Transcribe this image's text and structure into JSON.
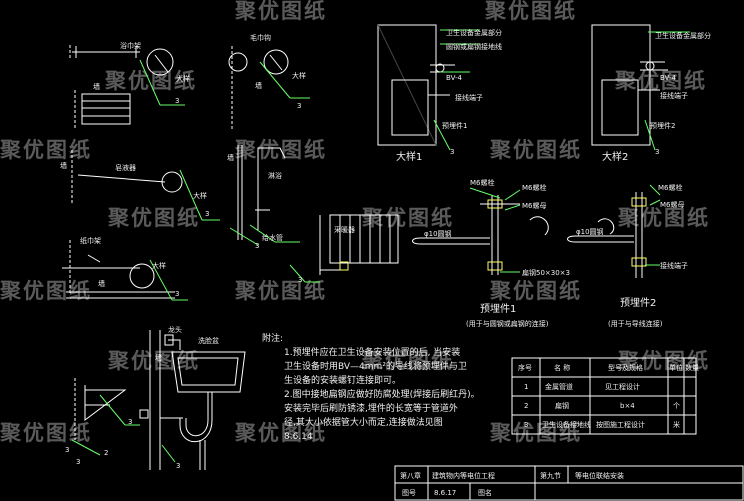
{
  "watermark": "聚优图纸",
  "top_left": {
    "towel_rack": "浴巾架",
    "hook": "毛巾钩",
    "wall1": "墙",
    "wall2": "墙",
    "big1": "大样",
    "big2": "大样",
    "num1": "3",
    "num2": "3"
  },
  "mid_left": {
    "soap": "皂液器",
    "wall": "墙",
    "big": "大样",
    "num": "3",
    "shower": "淋浴",
    "pipe": "给水管",
    "num2": "3",
    "radiator": "采暖器",
    "num3": "3"
  },
  "lower_left": {
    "holder": "纸巾架",
    "wall": "墙",
    "big": "大样",
    "num": "3"
  },
  "sink": {
    "label": "洗脸盆",
    "faucet": "龙头",
    "wall": "墙",
    "nums": [
      "3",
      "2",
      "3",
      "3",
      "3"
    ]
  },
  "detail1": {
    "title": "大样1",
    "c1": "卫生设备金属部分",
    "c2": "圆钢或扁钢接地线",
    "c3": "BV-4",
    "c4": "接线端子",
    "c5": "预埋件1",
    "num": "3"
  },
  "detail2": {
    "title": "大样2",
    "c1": "卫生设备金属部分",
    "c2": "BV-4",
    "c3": "接线端子",
    "c4": "预埋件2",
    "num": "3"
  },
  "embed1": {
    "m6a": "M6螺栓",
    "m6b": "M6螺栓",
    "m6c": "M6螺母",
    "d10": "φ10圆钢",
    "steel": "扁钢50×30×3",
    "caption1": "预埋件1",
    "caption2": "(用于与圆钢或扁钢的连接)"
  },
  "embed2": {
    "m6a": "M6螺栓",
    "m6b": "M6螺母",
    "d10": "φ10圆钢",
    "terminal": "接线端子",
    "caption1": "预埋件2",
    "caption2": "(用于与导线连接)"
  },
  "notes": {
    "header": "附注:",
    "lines": [
      "1.预埋件应在卫生设备安装位置的后, 当安装",
      "  卫生设备时用BV—4mm²的导线将预埋件与卫",
      "  生设备的安装螺钉连接即可。",
      "2.图中接地扁钢应做好防腐处理(焊接后刷红丹)。",
      "  安装完毕后刷防锈漆,埋件的长宽等于管道外",
      "  径,其大小依据管大小而定,连接做法见图",
      "  8.6.14"
    ]
  },
  "table": {
    "headers": [
      "序号",
      "名  称",
      "型号及规格",
      "单位",
      "数量"
    ],
    "rows": [
      [
        "1",
        "金属管道",
        "见工程设计",
        "",
        ""
      ],
      [
        "2",
        "扁钢",
        "b×4",
        "个",
        ""
      ],
      [
        "3",
        "卫生设备接地线",
        "按图施工程设计",
        "米",
        ""
      ]
    ]
  },
  "title_block": {
    "chapter": "第八章",
    "chapter_name": "建筑物内等电位工程",
    "section": "第九节",
    "section_name": "等电位联结安装",
    "fig_label": "图号",
    "fig_no": "8.6.17",
    "page_label": "图名"
  },
  "colors": {
    "line": "#ffffff",
    "accent": "#ffff66",
    "leader": "#66ff66",
    "watermark": "#5a5a5a"
  }
}
